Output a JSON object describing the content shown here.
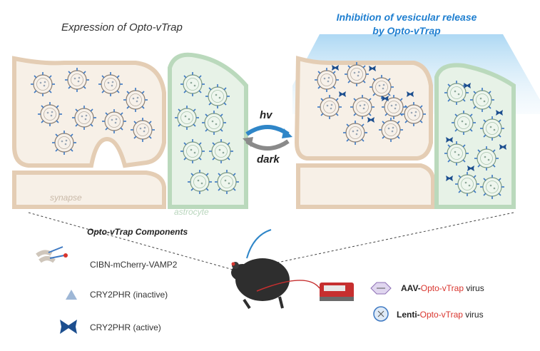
{
  "titles": {
    "left": "Expression of Opto-vTrap",
    "right_line1": "Inhibition of vesicular release",
    "right_line2": "by Opto-vTrap"
  },
  "light_labels": {
    "light": "hv",
    "dark": "dark"
  },
  "cell_labels": {
    "synapse": "synapse",
    "astrocyte": "astrocyte"
  },
  "components": {
    "title": "Opto-vTrap Components",
    "items": [
      {
        "label": "CIBN-mCherry-VAMP2",
        "icon": "membrane-icon"
      },
      {
        "label": "CRY2PHR (inactive)",
        "icon": "inactive-protein-icon"
      },
      {
        "label": "CRY2PHR (active)",
        "icon": "active-protein-icon"
      }
    ]
  },
  "viruses": [
    {
      "prefix": "AAV-",
      "name": "Opto-vTrap",
      "suffix": " virus",
      "icon": "aav-virus-icon"
    },
    {
      "prefix": "Lenti-",
      "name": "Opto-vTrap",
      "suffix": " virus",
      "icon": "lentivirus-icon"
    }
  ],
  "colors": {
    "title_right": "#1f7fd0",
    "light_arrow": "#2f86c8",
    "dark_arrow": "#8a8a8a",
    "synapse_fill": "#f6efe6",
    "synapse_border": "#e2cdb6",
    "astrocyte_fill": "#e6f2e6",
    "astrocyte_border": "#b8d9bb",
    "virus_red": "#d9352e",
    "light_cone": "#bfe0f5"
  }
}
